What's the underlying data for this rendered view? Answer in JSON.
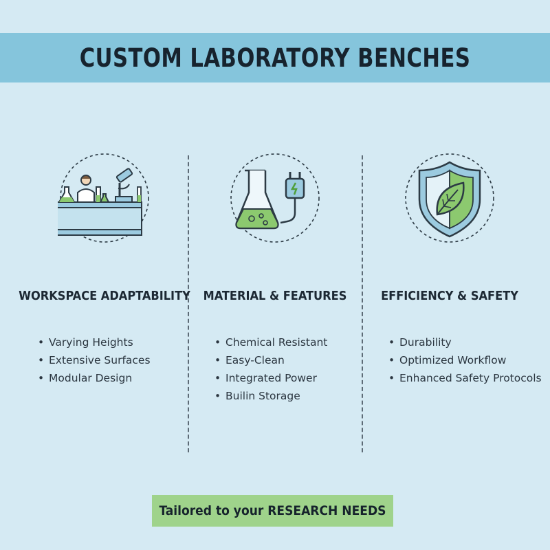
{
  "title": "CUSTOM LABORATORY BENCHES",
  "columns": [
    {
      "icon": "lab-bench-scientist-icon",
      "heading": "WORKSPACE ADAPTABILITY",
      "items": [
        "Varying Heights",
        "Extensive Surfaces",
        "Modular Design"
      ]
    },
    {
      "icon": "flask-plug-icon",
      "heading": "MATERIAL & FEATURES",
      "items": [
        "Chemical Resistant",
        "Easy-Clean",
        "Integrated Power",
        "Builin Storage"
      ]
    },
    {
      "icon": "shield-leaf-icon",
      "heading": "EFFICIENCY & SAFETY",
      "items": [
        "Durability",
        "Optimized Workflow",
        "Enhanced Safety Protocols"
      ]
    }
  ],
  "footer": "Tailored to your RESEARCH NEEDS",
  "colors": {
    "background": "#d5eaf3",
    "banner": "#85c5dc",
    "footer": "#9fd38b",
    "accent_green": "#8cc96f",
    "accent_blue": "#8cc4dc"
  }
}
